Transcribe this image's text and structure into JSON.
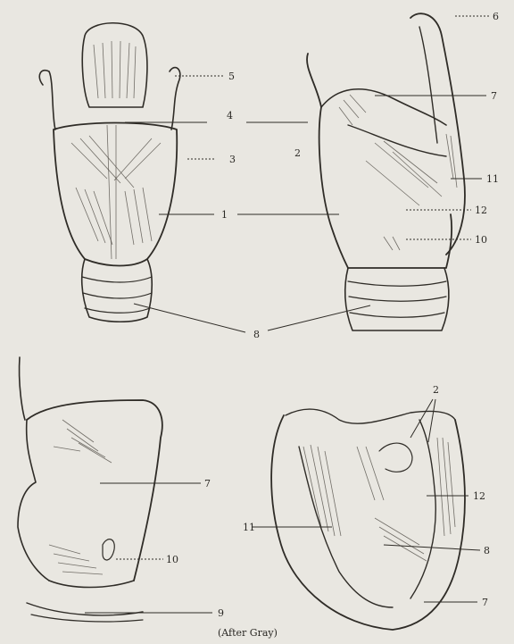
{
  "figures": [
    {
      "id": "posterior-view",
      "labels": {
        "l5": "5",
        "l4": "4",
        "l3": "3",
        "l1": "1"
      }
    },
    {
      "id": "lateral-view",
      "labels": {
        "l6": "6",
        "l7": "7",
        "l2": "2",
        "l11": "11",
        "l12": "12",
        "l10": "10"
      }
    },
    {
      "id": "lateral-dissection",
      "labels": {
        "l7": "7",
        "l10": "10",
        "l9": "9"
      }
    },
    {
      "id": "interior-view",
      "labels": {
        "l2": "2",
        "l12": "12",
        "l11": "11",
        "l8": "8",
        "l7": "7"
      }
    }
  ],
  "shared_labels": {
    "l8_shared": "8"
  },
  "caption": "(After Gray)"
}
